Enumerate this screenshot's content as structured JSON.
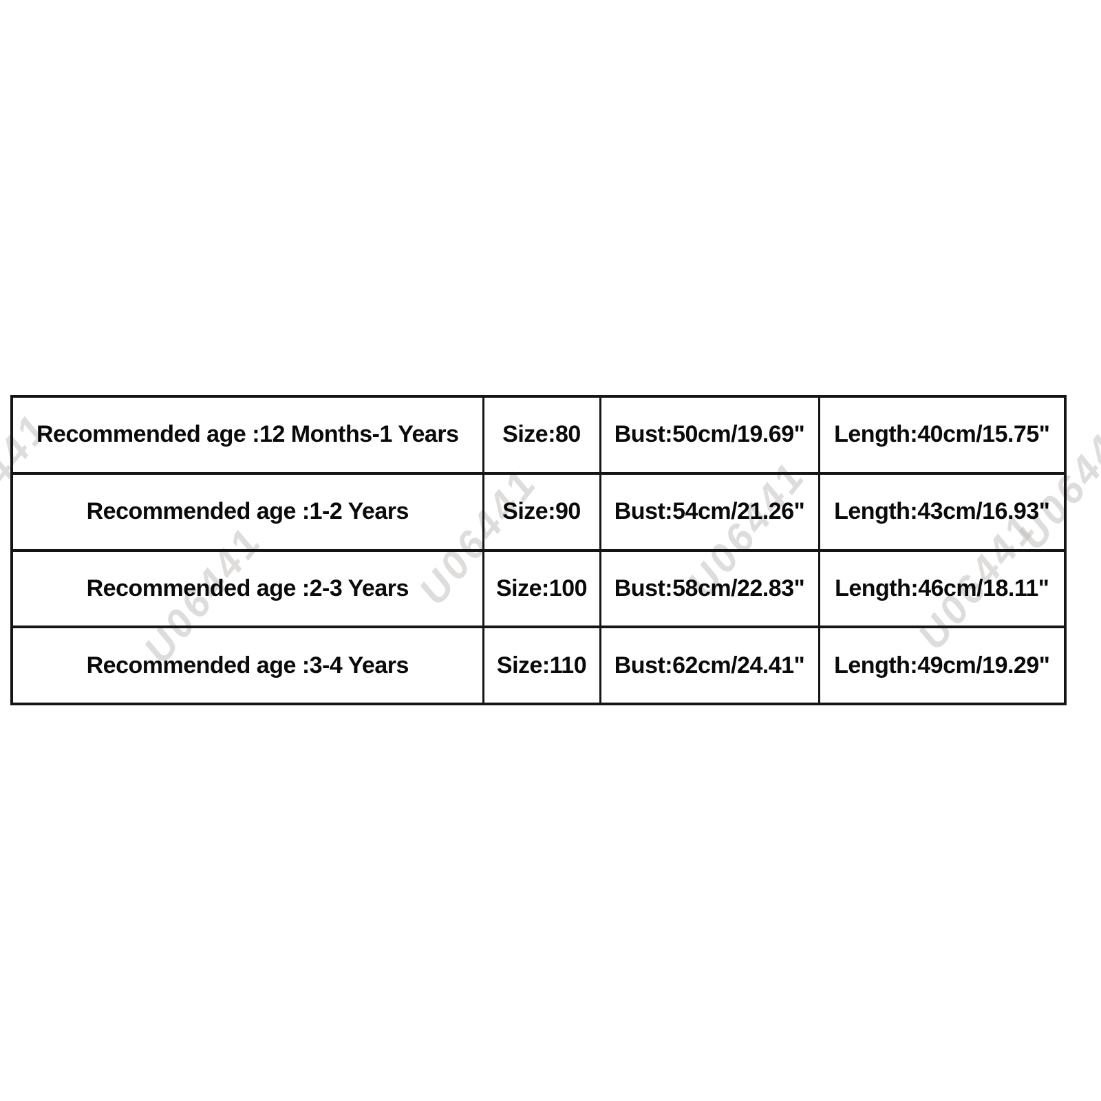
{
  "watermark": {
    "text": "U06441"
  },
  "colors": {
    "background": "#ffffff",
    "table_border": "#151515",
    "table_text": "#0a0a0a",
    "watermark_gray": "#b8b4b2"
  },
  "size_chart": {
    "columns": [
      "recommended_age",
      "size",
      "bust",
      "length"
    ],
    "rows": [
      {
        "age": "Recommended age :12 Months-1 Years",
        "size": "Size:80",
        "bust": "Bust:50cm/19.69\"",
        "length": "Length:40cm/15.75\""
      },
      {
        "age": "Recommended age :1-2 Years",
        "size": "Size:90",
        "bust": "Bust:54cm/21.26\"",
        "length": "Length:43cm/16.93\""
      },
      {
        "age": "Recommended age :2-3 Years",
        "size": "Size:100",
        "bust": "Bust:58cm/22.83\"",
        "length": "Length:46cm/18.11\""
      },
      {
        "age": "Recommended age :3-4 Years",
        "size": "Size:110",
        "bust": "Bust:62cm/24.41\"",
        "length": "Length:49cm/19.29\""
      }
    ]
  }
}
